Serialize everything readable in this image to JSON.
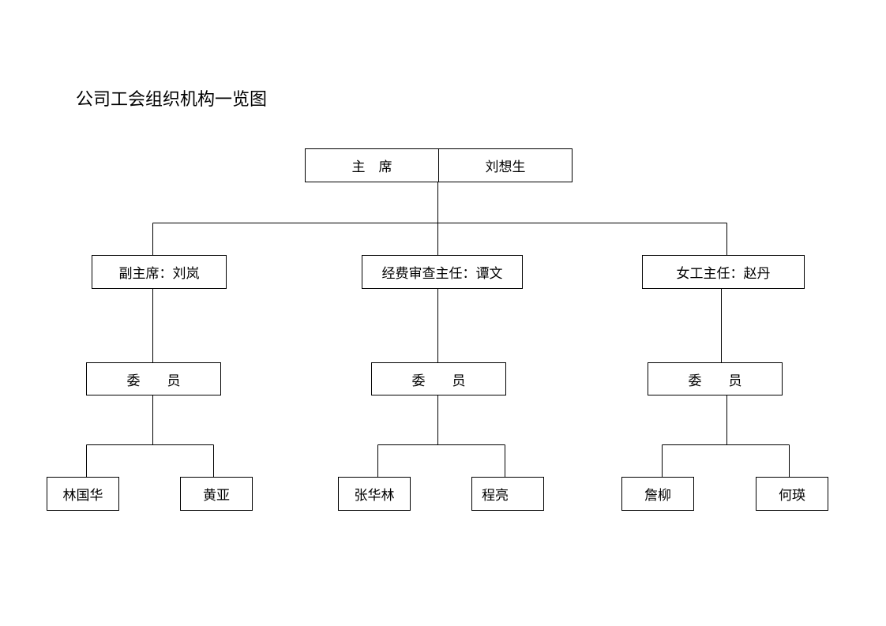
{
  "title": "公司工会组织机构一览图",
  "chairman": {
    "role": "主　席",
    "name": "刘想生"
  },
  "departments": [
    {
      "head": "副主席：刘岚",
      "committee": "委　　员",
      "members": [
        "林国华",
        "黄亚"
      ]
    },
    {
      "head": "经费审查主任：谭文",
      "committee": "委　　员",
      "members": [
        "张华林",
        "程亮"
      ]
    },
    {
      "head": "女工主任：赵丹",
      "committee": "委　　员",
      "members": [
        "詹柳",
        "何瑛"
      ]
    }
  ]
}
